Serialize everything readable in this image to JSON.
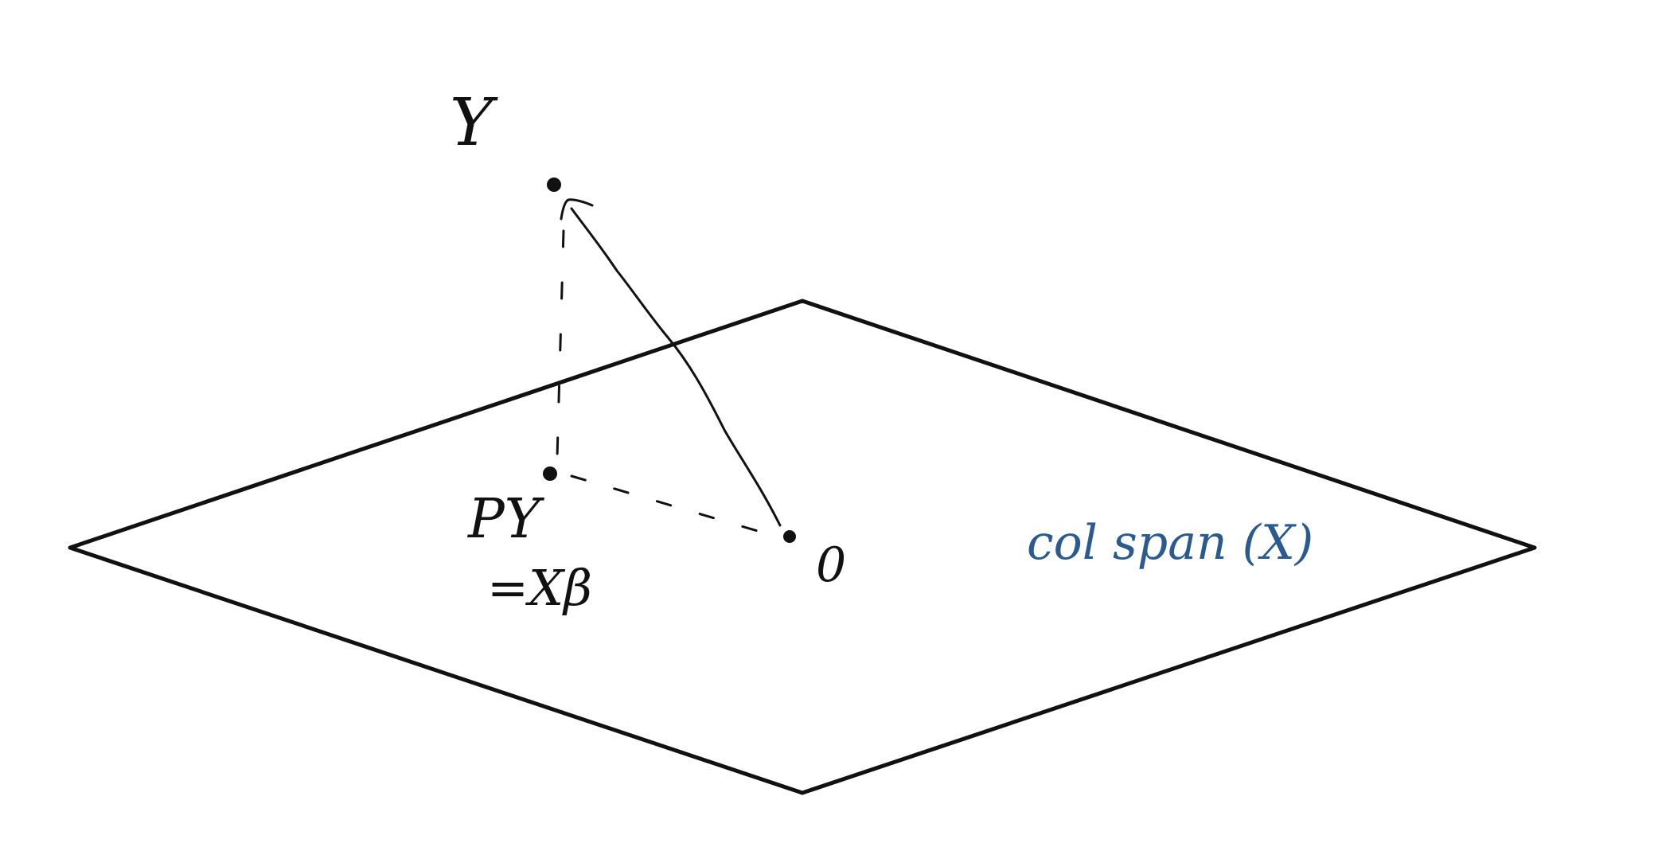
{
  "labels": {
    "y": "Y",
    "py": "PY",
    "xbeta": "=Xβ",
    "origin": "0",
    "span": "col span (X)"
  },
  "colors": {
    "ink": "#111111",
    "span_label": "#2b5a8f",
    "background": "#ffffff"
  }
}
